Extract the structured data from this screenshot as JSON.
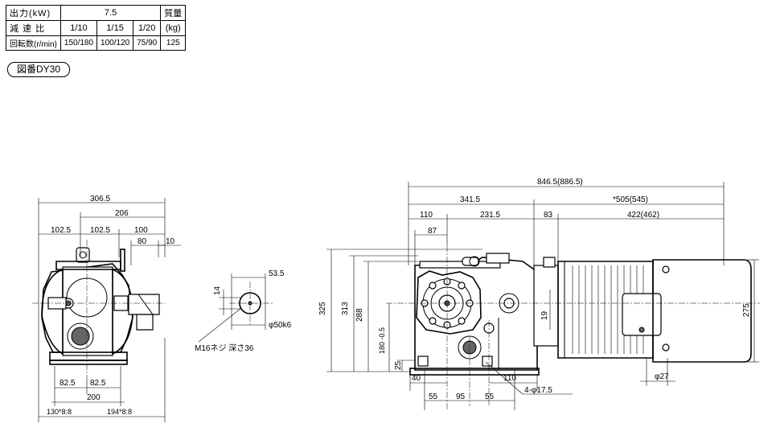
{
  "spec_table": {
    "output_label": "出力(kW)",
    "output_value": "7.5",
    "mass_label": "質量",
    "mass_unit": "(kg)",
    "ratio_label": "減 速 比",
    "ratios": [
      "1/10",
      "1/15",
      "1/20"
    ],
    "speed_label": "回転数(r/min)",
    "speeds": [
      "150/180",
      "100/120",
      "75/90"
    ],
    "mass_value": "125"
  },
  "drawing_number": "図番DY30",
  "end_view": {
    "dims": [
      "306.5",
      "206",
      "102.5",
      "102.5",
      "100",
      "80",
      "10",
      "82.5",
      "82.5",
      "200",
      "130*8:8",
      "194*8:8"
    ]
  },
  "shaft_detail": {
    "dims": [
      "53.5",
      "14",
      "φ50k6",
      "M16ネジ 深さ36"
    ]
  },
  "side_view": {
    "top_dims": [
      "846.5(886.5)",
      "341.5",
      "*505(545)",
      "110",
      "231.5",
      "83",
      "422(462)",
      "87"
    ],
    "left_dims": [
      "325",
      "313",
      "288",
      "180 -0.5",
      "25",
      "19"
    ],
    "right_dims": [
      "275"
    ],
    "bottom_dims": [
      "40",
      "110",
      "55",
      "95",
      "55",
      "4-φ17.5",
      "φ27"
    ]
  }
}
